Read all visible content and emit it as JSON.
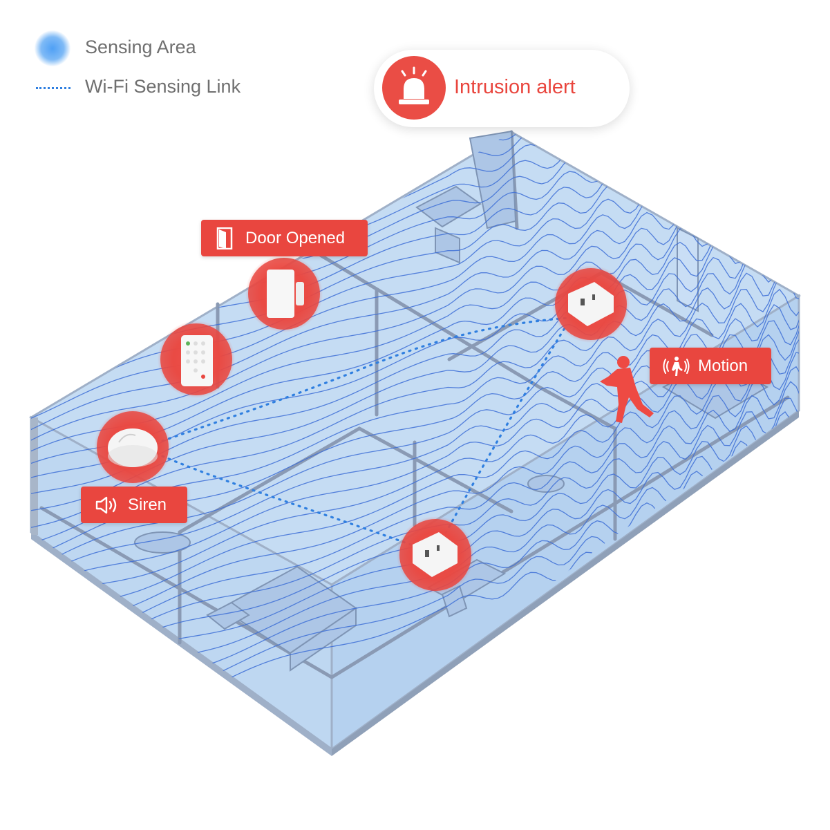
{
  "legend": {
    "sensing_area": "Sensing Area",
    "wifi_link": "Wi-Fi Sensing Link"
  },
  "alert": {
    "label": "Intrusion alert",
    "icon": "siren-light-icon"
  },
  "callouts": {
    "door": {
      "label": "Door Opened",
      "icon": "door-icon"
    },
    "siren": {
      "label": "Siren",
      "icon": "speaker-icon"
    },
    "motion": {
      "label": "Motion",
      "icon": "motion-person-icon"
    }
  },
  "devices": [
    "door-sensor",
    "keypad",
    "siren-hub",
    "smart-plug",
    "smart-plug"
  ],
  "colors": {
    "alert_red": "#e9463f",
    "room_blue": "#b9d6f2",
    "wave_blue": "#3d6fd6",
    "link_blue": "#2f7fe0",
    "wall_gray": "#8a9ab4",
    "legend_text": "#6f6f6f"
  }
}
